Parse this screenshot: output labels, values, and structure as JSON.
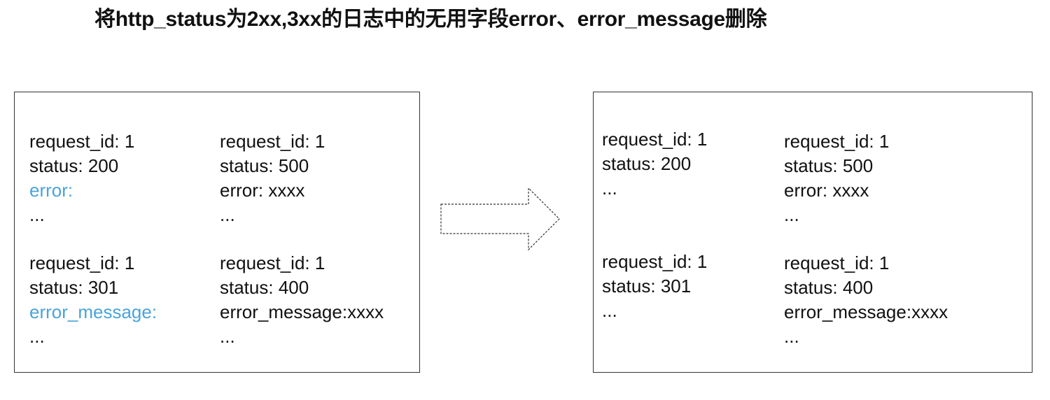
{
  "title": "将http_status为2xx,3xx的日志中的无用字段error、error_message删除",
  "left_panel": {
    "logs": [
      {
        "lines": [
          "request_id: 1",
          "status:  200",
          "error:",
          "..."
        ],
        "highlight": 2
      },
      {
        "lines": [
          "request_id: 1",
          "status:  500",
          "error: xxxx",
          "..."
        ],
        "highlight": -1
      },
      {
        "lines": [
          "request_id: 1",
          "status:  301",
          "error_message:",
          "..."
        ],
        "highlight": 2
      },
      {
        "lines": [
          "request_id: 1",
          "status:  400",
          "error_message:xxxx",
          "..."
        ],
        "highlight": -1
      }
    ]
  },
  "right_panel": {
    "logs": [
      {
        "lines": [
          "request_id: 1",
          "status:  200",
          "..."
        ]
      },
      {
        "lines": [
          "request_id: 1",
          "status:  500",
          "error: xxxx",
          "..."
        ]
      },
      {
        "lines": [
          "request_id: 1",
          "status:  301",
          "..."
        ]
      },
      {
        "lines": [
          "request_id: 1",
          "status:  400",
          "error_message:xxxx",
          "..."
        ]
      }
    ]
  },
  "colors": {
    "highlight": "#4aa3db",
    "text": "#111111",
    "border": "#333333"
  },
  "icons": {
    "transform_arrow": "right-arrow-icon"
  }
}
